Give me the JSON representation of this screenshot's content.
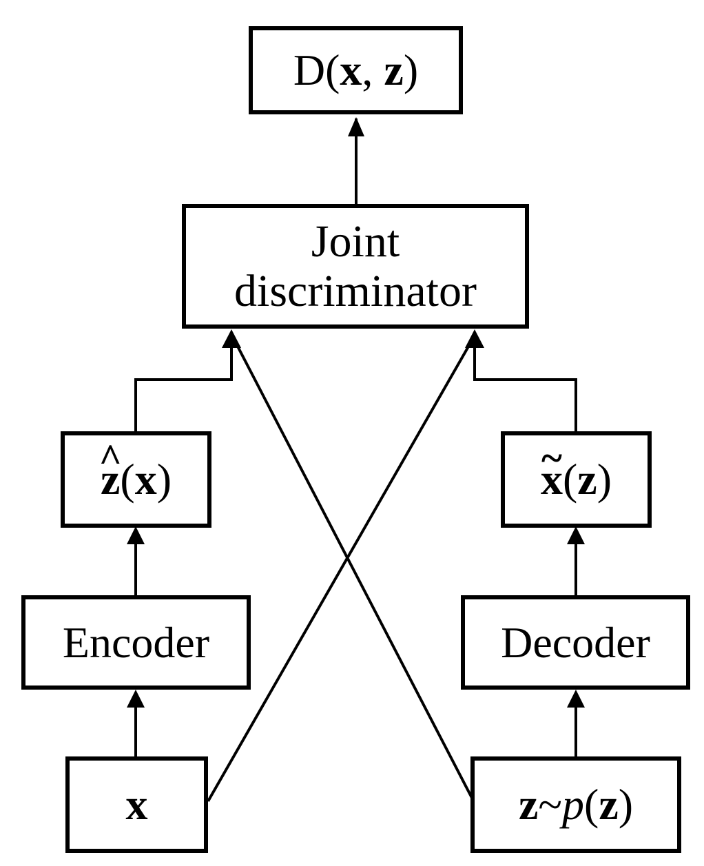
{
  "nodes": {
    "output": {
      "label_prefix": "D(",
      "label_x": "x",
      "label_sep": ", ",
      "label_z": "z",
      "label_suffix": ")"
    },
    "joint_discriminator": {
      "line1": "Joint",
      "line2": "discriminator"
    },
    "z_hat": {
      "accent": "^",
      "symbol": "z",
      "open": "(",
      "arg": "x",
      "close": ")"
    },
    "x_tilde": {
      "accent": "~",
      "symbol": "x",
      "open": "(",
      "arg": "z",
      "close": ")"
    },
    "encoder": {
      "label": "Encoder"
    },
    "decoder": {
      "label": "Decoder"
    },
    "x_input": {
      "label": "x"
    },
    "z_prior": {
      "z": "z",
      "tilde": "~",
      "p": "p",
      "open": "(",
      "arg": "z",
      "close": ")"
    }
  },
  "colors": {
    "stroke": "#000000",
    "background": "#ffffff"
  }
}
